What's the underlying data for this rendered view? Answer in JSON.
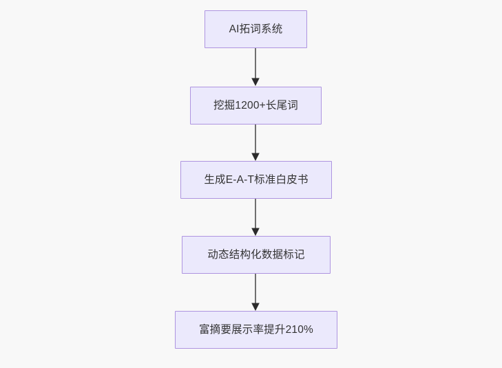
{
  "diagram": {
    "type": "flowchart",
    "direction": "top-to-bottom",
    "background_color": "#f8f8f8",
    "node_fill_color": "#ebe9fc",
    "node_border_color": "#ae94e0",
    "node_text_color": "#333333",
    "edge_color": "#707070",
    "arrowhead_color": "#2b2b2b",
    "nodes": [
      {
        "id": "n1",
        "label": "AI拓词系统"
      },
      {
        "id": "n2",
        "label": "挖掘1200+长尾词"
      },
      {
        "id": "n3",
        "label": "生成E-A-T标准白皮书"
      },
      {
        "id": "n4",
        "label": "动态结构化数据标记"
      },
      {
        "id": "n5",
        "label": "富摘要展示率提升210%"
      }
    ],
    "edges": [
      {
        "id": "e1",
        "from": "n1",
        "to": "n2",
        "label": ""
      },
      {
        "id": "e2",
        "from": "n2",
        "to": "n3",
        "label": ""
      },
      {
        "id": "e3",
        "from": "n3",
        "to": "n4",
        "label": ""
      },
      {
        "id": "e4",
        "from": "n4",
        "to": "n5",
        "label": ""
      }
    ]
  }
}
